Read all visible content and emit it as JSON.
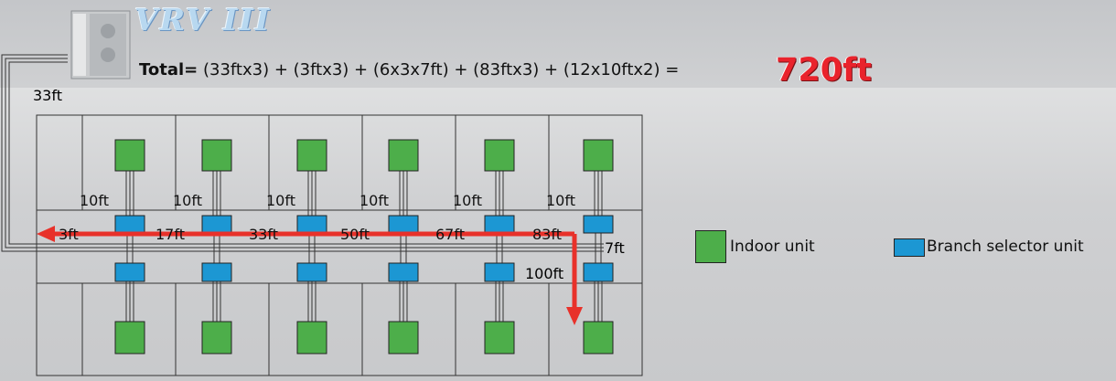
{
  "product": {
    "name": "VRV III"
  },
  "formula": {
    "lead": "Total=",
    "expression": " (33ftx3) + (3ftx3) + (6x3x7ft) + (83ftx3) + (12x10ftx2) = ",
    "result": "720ft"
  },
  "labels": {
    "riser": "33ft",
    "branch_drop": "10ft",
    "main_run": [
      "3ft",
      "17ft",
      "33ft",
      "50ft",
      "67ft",
      "83ft"
    ],
    "corner": "7ft",
    "path_end": "100ft"
  },
  "colors": {
    "indoor_unit": "#4dae4a",
    "branch_selector_unit": "#1c97d3",
    "longest_path": "#e8312a",
    "piping": "#333333"
  },
  "legend": [
    {
      "label": "Indoor unit",
      "color": "#4dae4a"
    },
    {
      "label": "Branch selector unit",
      "color": "#1c97d3"
    }
  ],
  "layout_summary": {
    "rooms_per_row": 6,
    "room_rows": 2
  }
}
